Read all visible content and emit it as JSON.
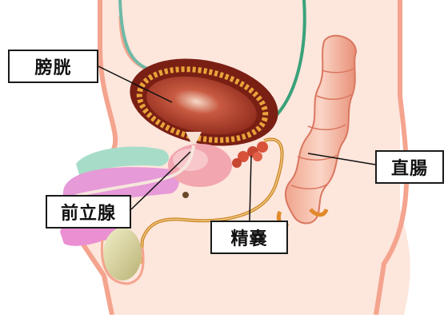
{
  "labels": {
    "bladder": "膀胱",
    "prostate": "前立腺",
    "seminal_vesicle": "精嚢",
    "rectum": "直腸"
  },
  "colors": {
    "body_outline": "#f4a48e",
    "body_fill": "#fde6dc",
    "bladder_outer": "#7a1f14",
    "bladder_ring": "#e8a33a",
    "bladder_inner": "#b8402d",
    "ureter": "#3aa27a",
    "rectum": "#e88f77",
    "vas_deferens": "#c98522",
    "penis": "#e69ad8",
    "corpus": "#a7ddc8",
    "testis": "#d8d29a",
    "prostate": "#f2a6b0"
  }
}
